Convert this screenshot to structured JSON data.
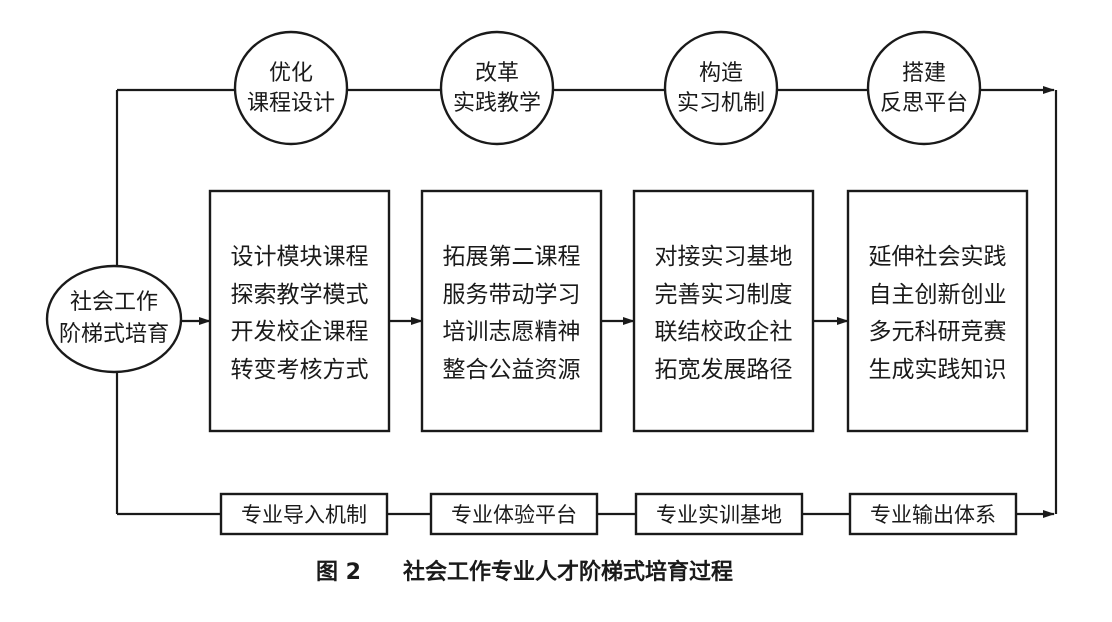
{
  "start_node": {
    "lines": [
      "社会工作",
      "阶梯式培育"
    ]
  },
  "top_steps": [
    {
      "lines": [
        "优化",
        "课程设计"
      ]
    },
    {
      "lines": [
        "改革",
        "实践教学"
      ]
    },
    {
      "lines": [
        "构造",
        "实习机制"
      ]
    },
    {
      "lines": [
        "搭建",
        "反思平台"
      ]
    }
  ],
  "middle_boxes": [
    {
      "items": [
        "设计模块课程",
        "探索教学模式",
        "开发校企课程",
        "转变考核方式"
      ]
    },
    {
      "items": [
        "拓展第二课程",
        "服务带动学习",
        "培训志愿精神",
        "整合公益资源"
      ]
    },
    {
      "items": [
        "对接实习基地",
        "完善实习制度",
        "联结校政企社",
        "拓宽发展路径"
      ]
    },
    {
      "items": [
        "延伸社会实践",
        "自主创新创业",
        "多元科研竞赛",
        "生成实践知识"
      ]
    }
  ],
  "bottom_labels": [
    "专业导入机制",
    "专业体验平台",
    "专业实训基地",
    "专业输出体系"
  ],
  "caption": {
    "number": "图 2",
    "title": "社会工作专业人才阶梯式培育过程"
  }
}
